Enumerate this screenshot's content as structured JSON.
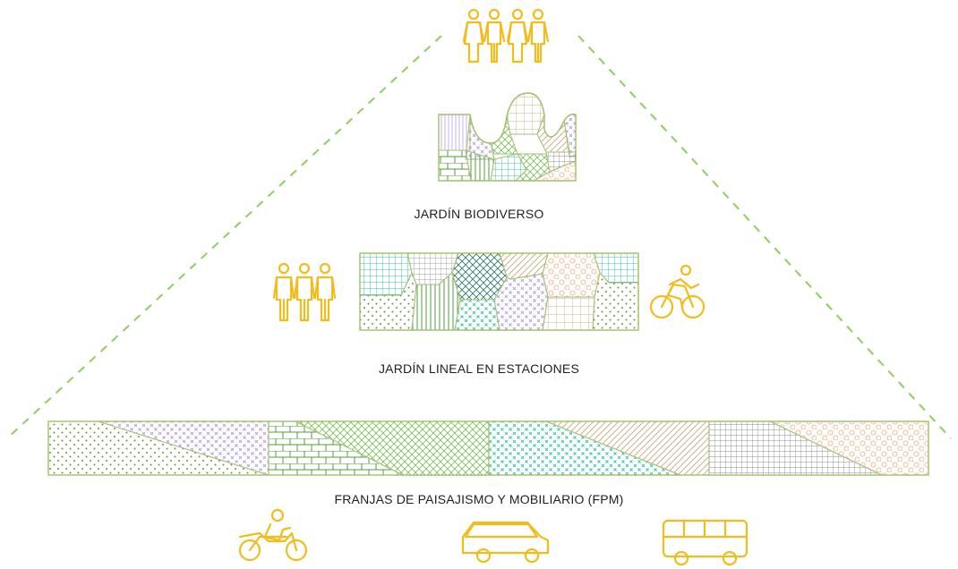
{
  "labels": {
    "top": "JARDÍN BIODIVERSO",
    "middle": "JARDÍN LINEAL EN ESTACIONES",
    "bottom": "FRANJAS DE PAISAJISMO Y MOBILIARIO (FPM)"
  },
  "colors": {
    "guide_line": "#8ccf5a",
    "icon": "#f2bc1b",
    "outline": "#9fbf6a",
    "teal": "#3fc6a4",
    "green": "#7cc05e",
    "dark_green": "#6f8f3e",
    "lavender": "#b7a0e0",
    "peach": "#f0b78a",
    "tan": "#c8b78a",
    "gray": "#9c9c9c"
  },
  "icons": [
    "four-people-icon",
    "three-people-icon",
    "cyclist-icon",
    "motorcycle-icon",
    "car-icon",
    "bus-icon"
  ]
}
